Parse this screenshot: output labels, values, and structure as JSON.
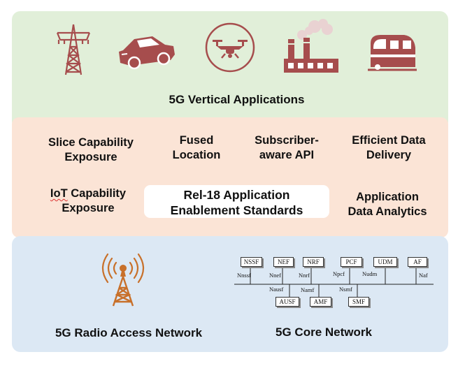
{
  "colors": {
    "top_band": "#e1efd9",
    "mid_band": "#fbe4d6",
    "bottom_band": "#dce8f4",
    "icon_brown": "#a64d4d",
    "antenna_orange": "#c8702a"
  },
  "top": {
    "title": "5G Vertical Applications",
    "icons": [
      "power-tower-icon",
      "car-icon",
      "drone-icon",
      "factory-icon",
      "train-icon"
    ]
  },
  "middle": {
    "slice": {
      "line1": "Slice Capability",
      "line2": "Exposure"
    },
    "fused": {
      "line1": "Fused",
      "line2": "Location"
    },
    "subscriber": {
      "line1": "Subscriber-",
      "line2": "aware API"
    },
    "efficient": {
      "line1": "Efficient Data",
      "line2": "Delivery"
    },
    "iot": {
      "line1a": "IoT",
      "line1b": " Capability",
      "line2": "Exposure"
    },
    "center": {
      "line1": "Rel-18 Application",
      "line2": "Enablement Standards"
    },
    "analytics": {
      "line1": "Application",
      "line2": "Data Analytics"
    }
  },
  "bottom": {
    "ran_title": "5G Radio Access Network",
    "core_title": "5G Core Network",
    "ran_icon": "antenna-tower-icon",
    "nf_top": [
      "NSSF",
      "NEF",
      "NRF",
      "PCF",
      "UDM",
      "AF"
    ],
    "nf_bottom": [
      "AUSF",
      "AMF",
      "SMF"
    ],
    "refs": {
      "nnssf": "Nnssf",
      "nnef": "Nnef",
      "nnrf": "Nnrf",
      "npcf": "Npcf",
      "nudm": "Nudm",
      "naf": "Naf",
      "nausf": "Nausf",
      "namf": "Namf",
      "nsmf": "Nsmf"
    }
  }
}
